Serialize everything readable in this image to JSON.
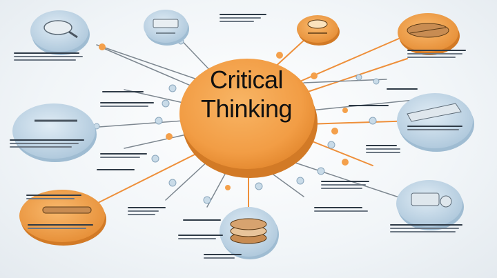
{
  "title": {
    "line1": "Critical",
    "line2": "Thinking"
  },
  "colors": {
    "hub_orange": "#f4a04b",
    "hub_orange_dark": "#e2862c",
    "node_blue": "#c9dbe8",
    "node_blue_dark": "#9fbcd2",
    "line_orange": "#ee8f3a",
    "line_gray": "#7d8790"
  },
  "nodes": [
    {
      "kind": "blue",
      "icon": "magnifier-icon"
    },
    {
      "kind": "blue",
      "icon": "document-icon"
    },
    {
      "kind": "orange",
      "icon": "lightbulb-icon"
    },
    {
      "kind": "orange",
      "icon": "book-icon"
    },
    {
      "kind": "blue",
      "icon": "pen-icon"
    },
    {
      "kind": "blue",
      "icon": "ruler-icon"
    },
    {
      "kind": "orange",
      "icon": "tools-icon"
    },
    {
      "kind": "orange",
      "icon": "coin-stack-icon"
    },
    {
      "kind": "blue",
      "icon": "gear-box-icon"
    }
  ]
}
